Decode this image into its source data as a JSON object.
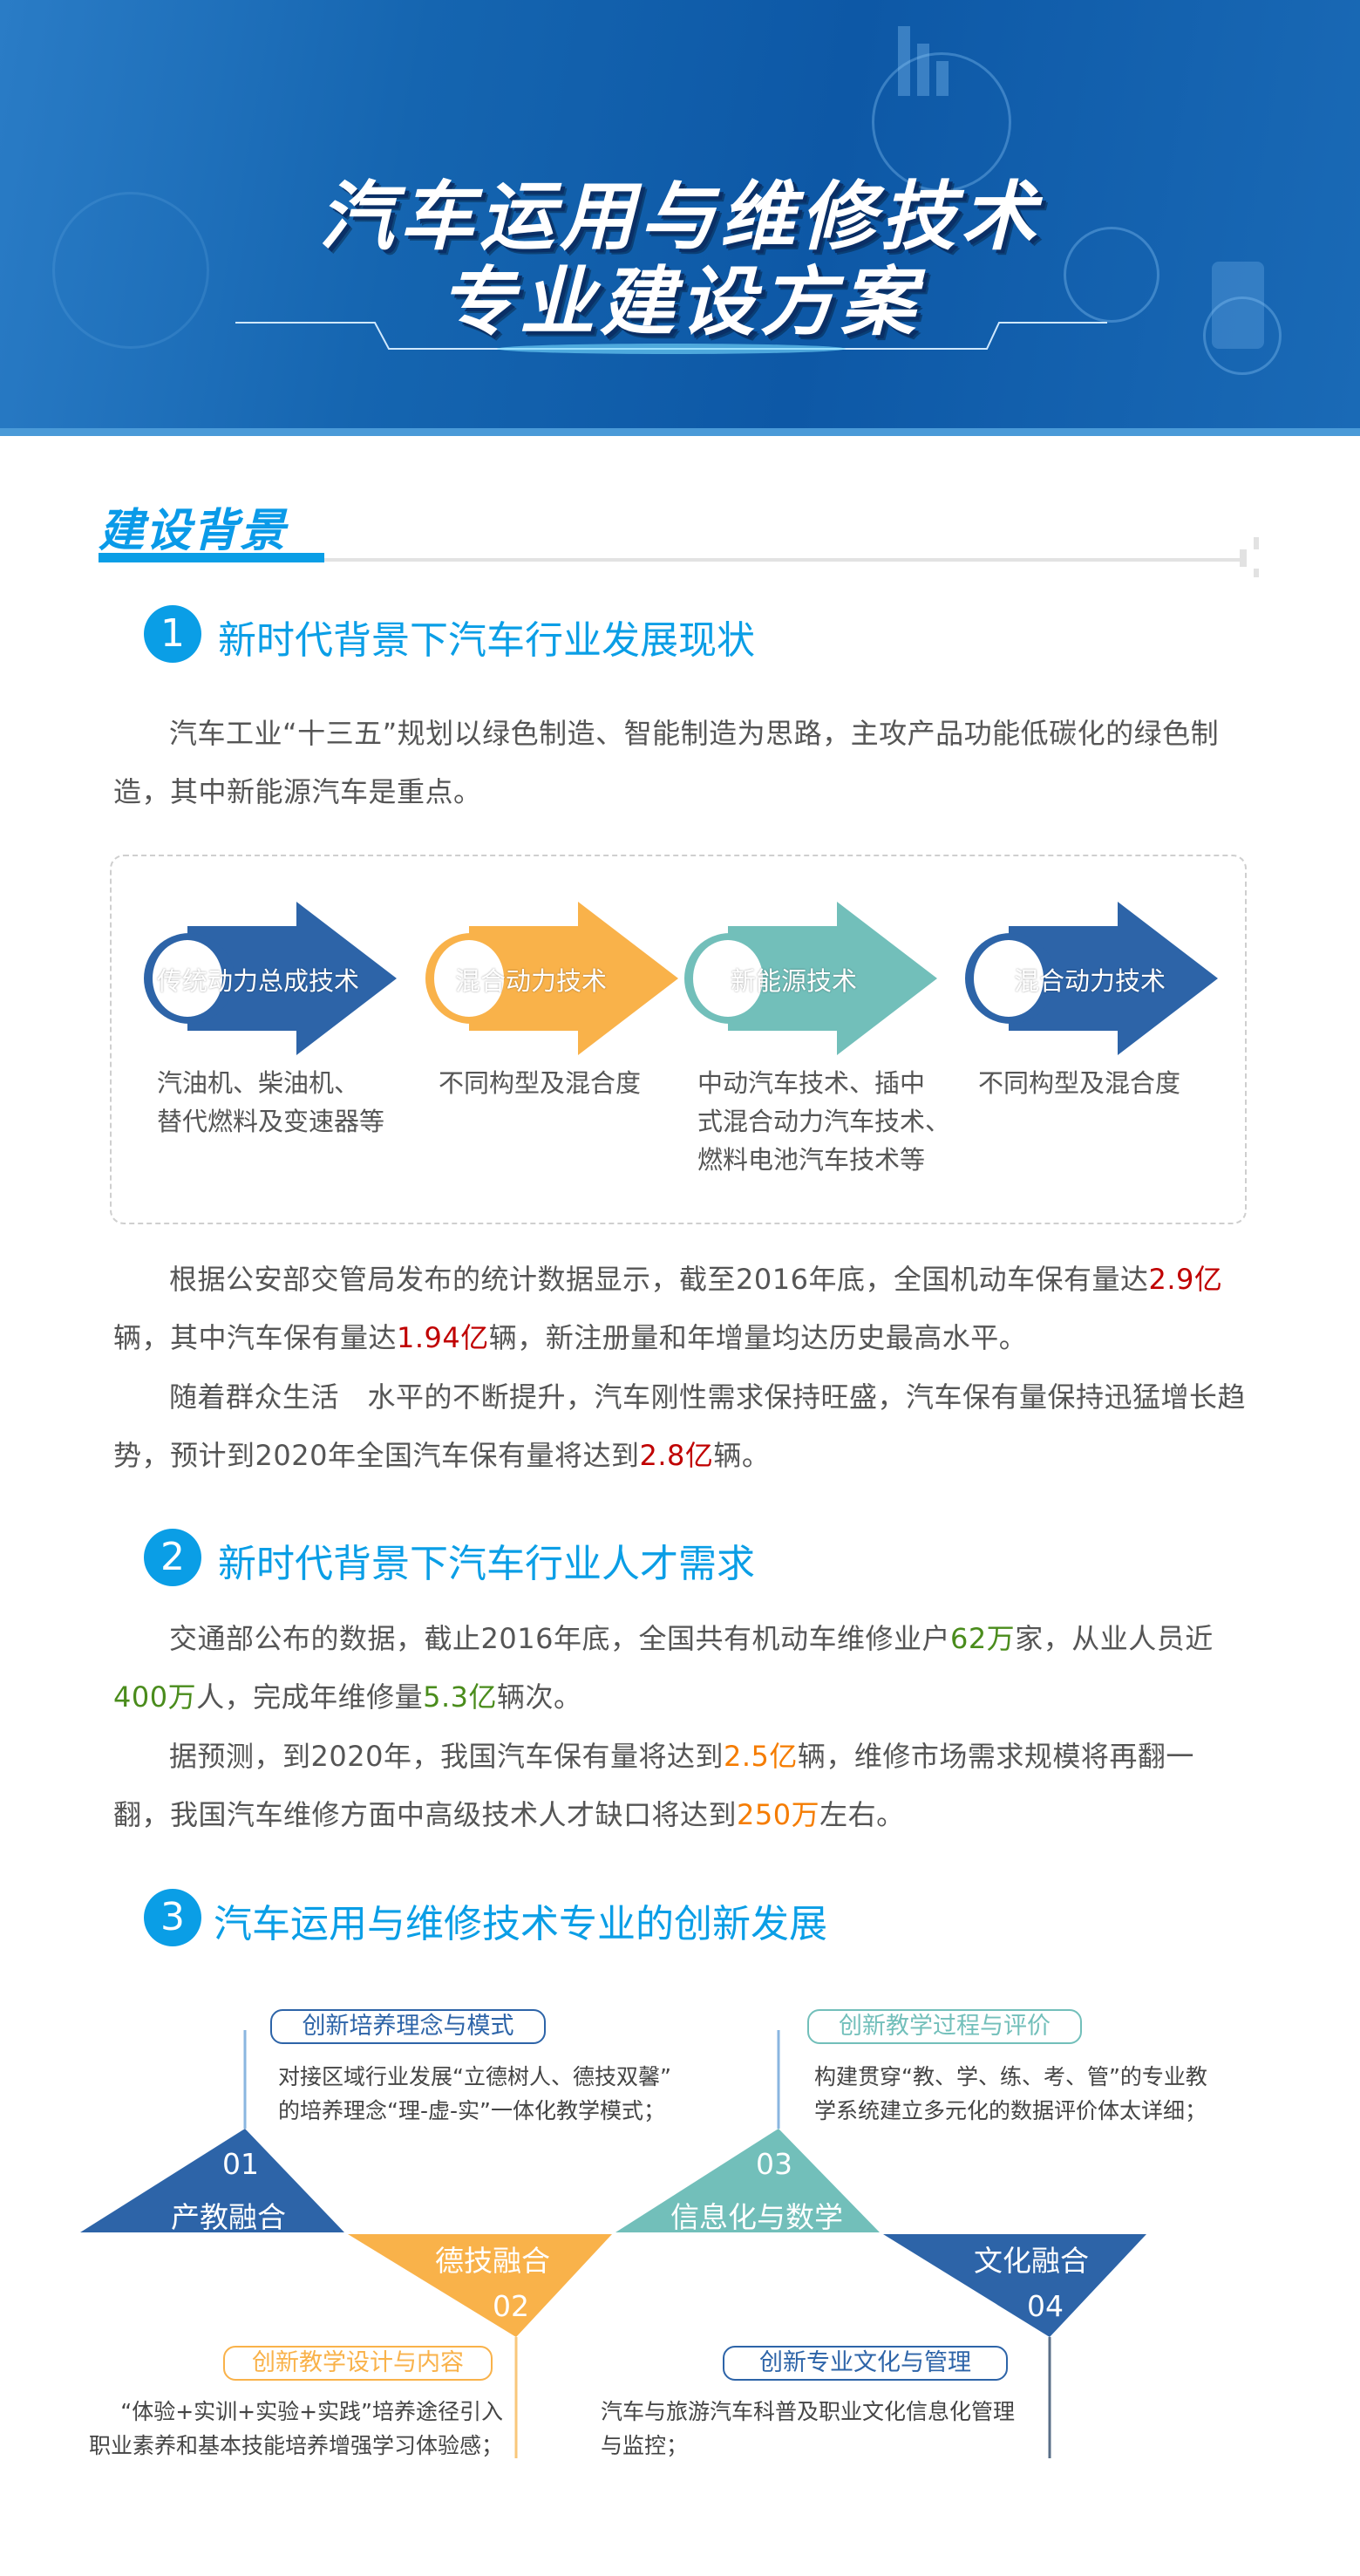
{
  "banner": {
    "title_line1": "汽车运用与维修技术",
    "title_line2": "专业建设方案"
  },
  "section": {
    "heading": "建设背景"
  },
  "part1": {
    "number": "1",
    "title": "新时代背景下汽车行业发展现状",
    "intro": "汽车工业“十三五”规划以绿色制造、智能制造为思路，主攻产品功能低碳化的绿色制造，其中新能源汽车是重点。",
    "tech_items": [
      {
        "label": "传统动力总成技术",
        "desc_lines": [
          "汽油机、柴油机、",
          "替代燃料及变速器等"
        ],
        "color": "#2d64a8"
      },
      {
        "label": "混合动力技术",
        "desc_lines": [
          "不同构型及混合度"
        ],
        "color": "#f9b24a"
      },
      {
        "label": "新能源技术",
        "desc_lines": [
          "中动汽车技术、插中",
          "式混合动力汽车技术、",
          "燃料电池汽车技术等"
        ],
        "color": "#72bfba"
      },
      {
        "label": "混合动力技术",
        "desc_lines": [
          "不同构型及混合度"
        ],
        "color": "#2d64a8"
      }
    ],
    "para2": {
      "a": "根据公安部交管局发布的统计数据显示，截至2016年底，全国机动车保有量达",
      "v1": "2.9亿",
      "b": "辆，其中汽车保有量达",
      "v2": "1.94亿",
      "c": "辆，新注册量和年增量均达历史最高水平。"
    },
    "para3": {
      "a": "随着群众生活　水平的不断提升，汽车刚性需求保持旺盛，汽车保有量保持迅猛增长趋势，预计到2020年全国汽车保有量将达到",
      "v1": "2.8亿",
      "b": "辆。"
    }
  },
  "part2": {
    "number": "2",
    "title": "新时代背景下汽车行业人才需求",
    "para1": {
      "a": "交通部公布的数据，截止2016年底，全国共有机动车维修业户",
      "v1": "62万",
      "b": "家，从业人员近",
      "v2": "400万",
      "c": "人，完成年维修量",
      "v3": "5.3亿",
      "d": "辆次。"
    },
    "para2": {
      "a": "据预测，到2020年，我国汽车保有量将达到",
      "v1": "2.5亿",
      "b": "辆，维修市场需求规模将再翻一翻，我国汽车维修方面中高级技术人才缺口将达到",
      "v2": "250万",
      "c": "左右。"
    }
  },
  "part3": {
    "number": "3",
    "title": "汽车运用与维修技术专业的创新发展",
    "items": [
      {
        "num": "01",
        "name": "产教融合",
        "tag": "创新培养理念与模式",
        "desc_lines": [
          "对接区域行业发展“立德树人、德技双馨”",
          "的培养理念“理-虚-实”一体化教学模式；"
        ],
        "color": "#2d64a8"
      },
      {
        "num": "02",
        "name": "德技融合",
        "tag": "创新教学设计与内容",
        "desc_lines": [
          "“体验+实训+实验+实践”培养途径引入",
          "职业素养和基本技能培养增强学习体验感；"
        ],
        "color": "#f9b24a"
      },
      {
        "num": "03",
        "name": "信息化与数学",
        "tag": "创新教学过程与评价",
        "desc_lines": [
          "构建贯穿“教、学、练、考、管”的专业教",
          "学系统建立多元化的数据评价体太详细；"
        ],
        "color": "#72bfba"
      },
      {
        "num": "04",
        "name": "文化融合",
        "tag": "创新专业文化与管理",
        "desc_lines": [
          "汽车与旅游汽车科普及职业文化信息化管理",
          "与监控；"
        ],
        "color": "#2d64a8"
      }
    ]
  }
}
